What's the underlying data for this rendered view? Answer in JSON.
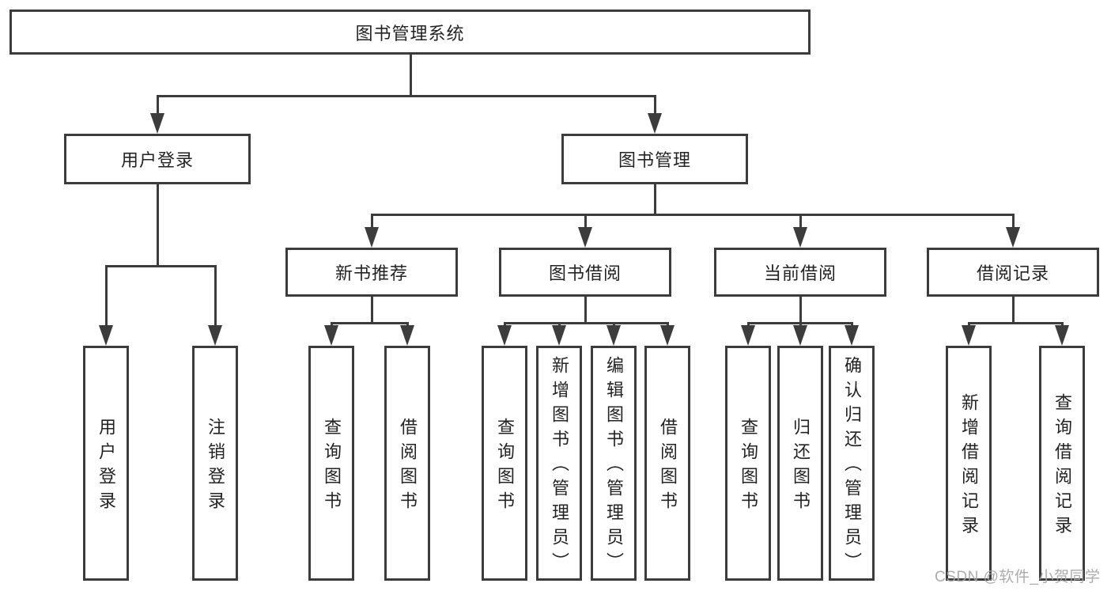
{
  "diagram_title": "图书管理系统",
  "colors": {
    "line": "#3c3c3c",
    "box_border": "#3c3c3c",
    "text": "#232323",
    "background": "#ffffff",
    "watermark": "#a5a5a5"
  },
  "watermark": "CSDN @软件_小贺同学",
  "tree": {
    "root": {
      "label": "图书管理系统"
    },
    "user_login": {
      "label": "用户登录"
    },
    "book_mgmt": {
      "label": "图书管理"
    },
    "new_book_rec": {
      "label": "新书推荐"
    },
    "book_borrow": {
      "label": "图书借阅"
    },
    "current_borrow": {
      "label": "当前借阅"
    },
    "borrow_record": {
      "label": "借阅记录"
    },
    "leaves": {
      "user_login": [
        {
          "label": "用户登录"
        },
        {
          "label": "注销登录"
        }
      ],
      "new_book_rec": [
        {
          "label": "查询图书"
        },
        {
          "label": "借阅图书"
        }
      ],
      "book_borrow": [
        {
          "label": "查询图书"
        },
        {
          "label": "新增图书（管理员）"
        },
        {
          "label": "编辑图书（管理员）"
        },
        {
          "label": "借阅图书"
        }
      ],
      "current_borrow": [
        {
          "label": "查询图书"
        },
        {
          "label": "归还图书"
        },
        {
          "label": "确认归还（管理员）"
        }
      ],
      "borrow_record": [
        {
          "label": "新增借阅记录"
        },
        {
          "label": "查询借阅记录"
        }
      ]
    }
  }
}
